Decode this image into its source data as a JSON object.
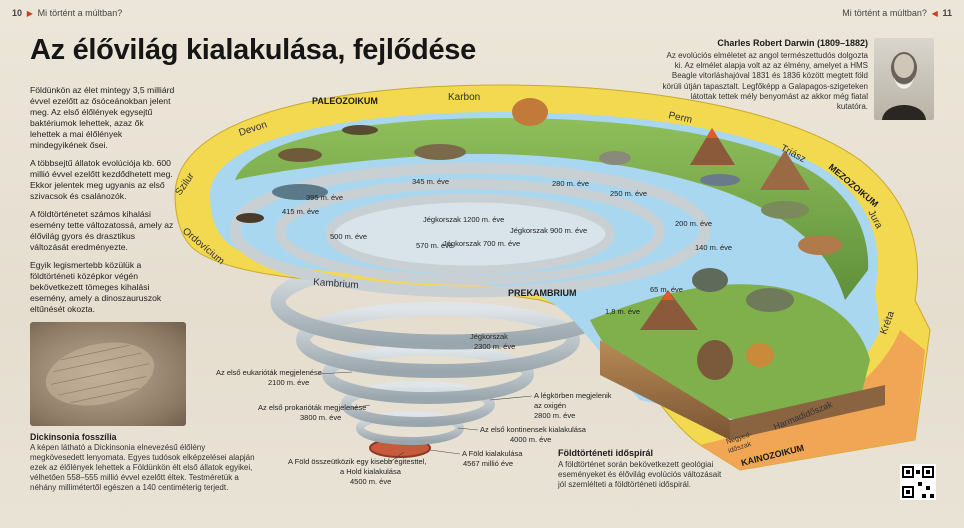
{
  "header": {
    "left_page_number": "10",
    "left_title": "Mi történt a múltban?",
    "right_title": "Mi történt a múltban?",
    "right_page_number": "11"
  },
  "title": "Az élővilág kialakulása, fejlődése",
  "intro": [
    "Földünkön az élet mintegy 3,5 milliárd évvel ezelőtt az ősóceánokban jelent meg. Az első élőlények egysejtű baktériumok lehettek, azaz ők lehettek a mai élőlények mindegyikének ősei.",
    "A többsejtű állatok evolúciója kb. 600 millió évvel ezelőtt kezdődhetett meg. Ekkor jelentek meg ugyanis az első szivacsok és csalánozók.",
    "A földtörténetet számos kihalási esemény tette változatossá, amely az élővilág gyors és drasztikus változását eredményezte.",
    "Egyik legismertebb közülük a földtörténeti középkor végén bekövetkezett tömeges kihalási esemény, amely a dinoszauruszok eltűnését okozta."
  ],
  "fossil": {
    "title": "Dickinsonia fosszília",
    "text": "A képen látható a Dickinsonia elnevezésű élőlény megkövesedett lenyomata. Egyes tudósok elképzelései alapján ezek az élőlények lehettek a Földünkön élt első állatok egyikei, vélhetően 558–555 millió évvel ezelőtt éltek. Testméretük a néhány millimétertől egészen a 140 centiméterig terjedt."
  },
  "darwin": {
    "title": "Charles Robert Darwin (1809–1882)",
    "text": "Az evolúciós elméletet az angol természettudós dolgozta ki. Az elmélet alapja volt az az élmény, amelyet a HMS Beagle vitorláshajóval 1831 és 1836 között megtett föld körüli útján tapasztalt. Legfőképp a Galapagos-szigeteken látottak tettek mély benyomást az akkor még fiatal kutatóra."
  },
  "spiral_caption": {
    "title": "Földtörténeti időspirál",
    "text": "A földtörténet során bekövetkezett geológiai eseményeket és élővilág evolúciós változásait jól szemlélteti a földtörténeti időspirál."
  },
  "eras": {
    "paleozoic": "PALEOZOIKUM",
    "mesozoic": "MEZOZOIKUM",
    "cenozoic": "KAINOZOIKUM",
    "precambrian": "PREKAMBRIUM"
  },
  "periods": {
    "karbon": "Karbon",
    "devon": "Devon",
    "perm": "Perm",
    "szilur": "Szilur",
    "triasz": "Triász",
    "jura": "Jura",
    "ordovicium": "Ordovícium",
    "kambrium": "Kambrium",
    "kreta": "Kréta",
    "harmadidoszak": "Harmadidőszak",
    "negyedidoszak": "Negyed-\nidőszak"
  },
  "ages": {
    "a345": "345 m. éve",
    "a280": "280 m. éve",
    "a250": "250 m. éve",
    "a395": "395 m. éve",
    "a415": "415 m. éve",
    "a200": "200 m. éve",
    "a140": "140 m. éve",
    "a500": "500 m. éve",
    "a570": "570 m. éve",
    "a65": "65 m. éve",
    "a18": "1,8 m. éve"
  },
  "ice_ages": {
    "j1200": "Jégkorszak 1200 m. éve",
    "j900": "Jégkorszak 900 m. éve",
    "j700": "Jégkorszak 700 m. éve",
    "j2300_title": "Jégkorszak",
    "j2300_age": "2300 m. éve"
  },
  "events": {
    "eukaryotes": [
      "Az első eukarióták megjelenése",
      "2100 m. éve"
    ],
    "prokaryotes": [
      "Az első prokarióták megjelenése",
      "3800 m. éve"
    ],
    "oxygen": [
      "A légkörben megjelenik",
      "az oxigén",
      "2800 m. éve"
    ],
    "continents": [
      "Az első kontinensek kialakulása",
      "4000 m. éve"
    ],
    "moon": [
      "A Föld összeütközik egy kisebb égitesttel,",
      "a Hold kialakulása",
      "4500 m. éve"
    ],
    "earth": [
      "A Föld kialakulása",
      "4567 millió éve"
    ]
  },
  "colors": {
    "era_ring_yellow": "#f3d94f",
    "era_ring_orange": "#f0a654",
    "water": "#9fd0ea",
    "spiral_gray": "#b9c3c9",
    "accent_red": "#c8401f"
  }
}
